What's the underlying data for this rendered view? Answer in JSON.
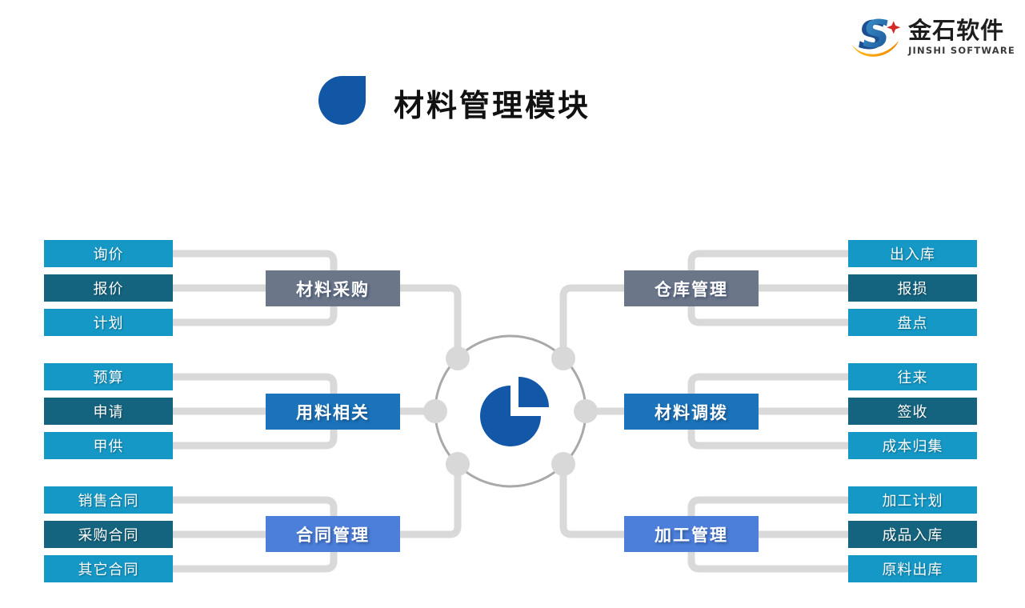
{
  "logo": {
    "name_cn": "金石软件",
    "name_en": "JINSHI SOFTWARE"
  },
  "title": {
    "text": "材料管理模块",
    "icon": "droplet-icon"
  },
  "colors": {
    "item_light": "#1598c6",
    "item_dark": "#15647f",
    "category_slate": "#6b7689",
    "category_blue": "#1b74bb",
    "category_cornflower": "#4c7fda",
    "accent_deep_blue": "#1256a6",
    "connector_gray": "#d9d9d9",
    "hub_ring_gray": "#a9a9a9",
    "logo_orange": "#f5a11c",
    "logo_red": "#d42b26"
  },
  "diagram": {
    "hub_icon": "pie-chart-icon",
    "left_groups": [
      {
        "category": "材料采购",
        "style": "slate",
        "items": [
          {
            "label": "询价",
            "variant": "light"
          },
          {
            "label": "报价",
            "variant": "dark"
          },
          {
            "label": "计划",
            "variant": "light"
          }
        ]
      },
      {
        "category": "用料相关",
        "style": "blue",
        "items": [
          {
            "label": "预算",
            "variant": "light"
          },
          {
            "label": "申请",
            "variant": "dark"
          },
          {
            "label": "甲供",
            "variant": "light"
          }
        ]
      },
      {
        "category": "合同管理",
        "style": "cornflower",
        "items": [
          {
            "label": "销售合同",
            "variant": "light"
          },
          {
            "label": "采购合同",
            "variant": "dark"
          },
          {
            "label": "其它合同",
            "variant": "light"
          }
        ]
      }
    ],
    "right_groups": [
      {
        "category": "仓库管理",
        "style": "slate",
        "items": [
          {
            "label": "出入库",
            "variant": "light"
          },
          {
            "label": "报损",
            "variant": "dark"
          },
          {
            "label": "盘点",
            "variant": "light"
          }
        ]
      },
      {
        "category": "材料调拨",
        "style": "blue",
        "items": [
          {
            "label": "往来",
            "variant": "light"
          },
          {
            "label": "签收",
            "variant": "dark"
          },
          {
            "label": "成本归集",
            "variant": "light"
          }
        ]
      },
      {
        "category": "加工管理",
        "style": "cornflower",
        "items": [
          {
            "label": "加工计划",
            "variant": "light"
          },
          {
            "label": "成品入库",
            "variant": "dark"
          },
          {
            "label": "原料出库",
            "variant": "light"
          }
        ]
      }
    ]
  }
}
